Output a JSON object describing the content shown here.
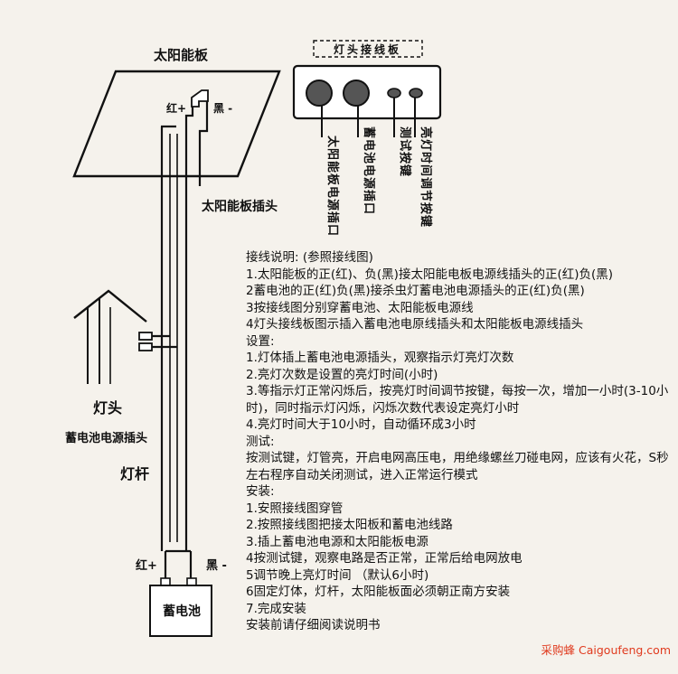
{
  "labels": {
    "solar_panel": "太阳能板",
    "board_title": "灯头接线板",
    "red_plus_top": "红+",
    "black_minus_top": "黑 -",
    "solar_plug": "太阳能板插头",
    "port_solar": "太阳能板电源插口",
    "port_battery": "蓄电池电源插口",
    "btn_test": "测试按键",
    "btn_time": "亮灯时间调节按键",
    "lamp_head": "灯头",
    "battery_plug": "蓄电池电源插头",
    "lamp_pole": "灯杆",
    "red_plus_bottom": "红+",
    "black_minus_bottom": "黑 -",
    "battery": "蓄电池"
  },
  "instructions": [
    "接线说明: (参照接线图)",
    "1.太阳能板的正(红)、负(黑)接太阳能电板电源线插头的正(红)负(黑)",
    "2蓄电池的正(红)负(黑)接杀虫灯蓄电池电源插头的正(红)负(黑)",
    "3按接线图分别穿蓄电池、太阳能板电源线",
    "4灯头接线板图示插入蓄电池电原线插头和太阳能板电源线插头",
    "设置:",
    "1.灯体插上蓄电池电源插头，观察指示灯亮灯次数",
    "2.亮灯次数是设置的亮灯时间(小时)",
    "3.等指示灯正常闪烁后，按亮灯时间调节按键，每按一次，增加一小时(3-10小时)，同时指示灯闪烁，闪烁次数代表设定亮灯小时",
    "4.亮灯时间大于10小时，自动循环成3小时",
    "测试:",
    "按测试键，灯管亮，开启电网高压电，用绝缘螺丝刀碰电网，应该有火花，S秒左右程序自动关闭测试，进入正常运行模式",
    "安装:",
    "1.安照接线图穿管",
    "2.按照接线图把接太阳板和蓄电池线路",
    "3.插上蓄电池电源和太阳能板电源",
    "4按测试键，观察电路是否正常，正常后给电网放电",
    "5调节晚上亮灯时间 （默认6小时)",
    "6固定灯体，灯杆，太阳能板面必须朝正南方安装",
    "7.完成安装",
    "安装前请仔细阅读说明书"
  ],
  "watermark": {
    "cn": "采购蜂",
    "en": "Caigoufeng.com"
  }
}
